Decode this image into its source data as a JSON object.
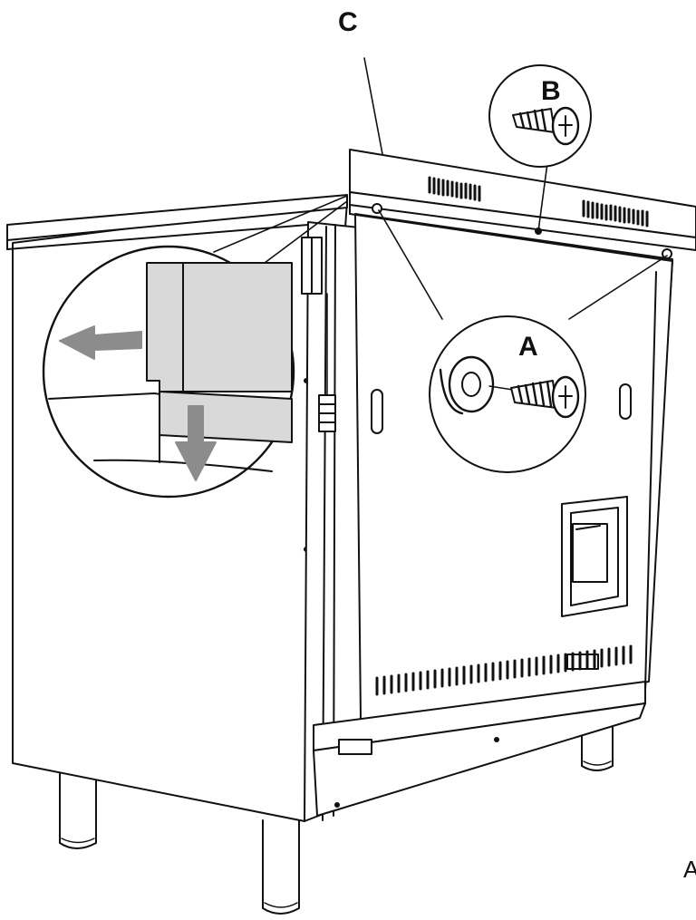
{
  "labels": {
    "c": "C",
    "b": "B",
    "a": "A",
    "edge_glyph": "A"
  },
  "colors": {
    "line": "#111111",
    "panel_fill": "#ffffff",
    "arrow_fill": "#8c8c8c",
    "detail_fill": "#d9d9d9"
  },
  "icons": [
    "screw-icon",
    "spacer-icon",
    "arrow-left-icon",
    "arrow-down-icon"
  ]
}
